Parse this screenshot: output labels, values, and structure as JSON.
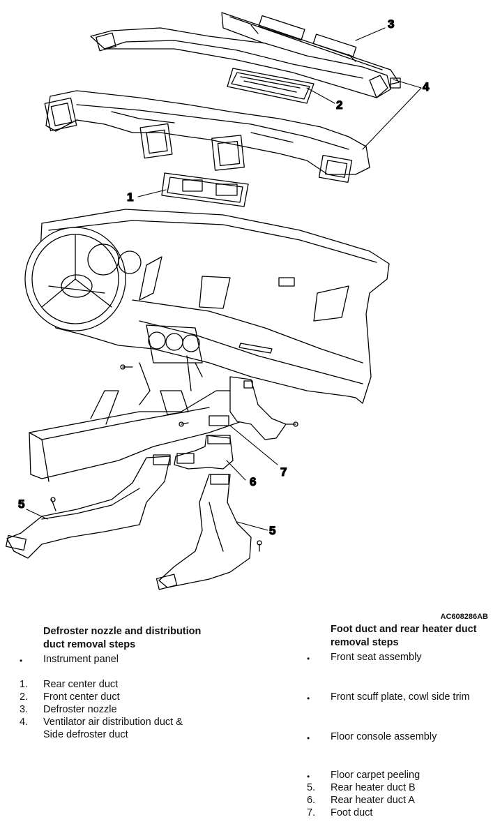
{
  "figure_code": "AC608286AB",
  "callouts": {
    "c1": "1",
    "c2": "2",
    "c3": "3",
    "c4": "4",
    "c5a": "5",
    "c5b": "5",
    "c6": "6",
    "c7": "7"
  },
  "left_panel": {
    "heading": "Defroster nozzle and distribution duct removal steps",
    "items": [
      {
        "marker": "•",
        "label": "Instrument panel"
      },
      {
        "marker": "1.",
        "label": "Rear center duct"
      },
      {
        "marker": "2.",
        "label": "Front center duct"
      },
      {
        "marker": "3.",
        "label": "Defroster nozzle"
      },
      {
        "marker": "4.",
        "label": "Ventilator air distribution duct &"
      },
      {
        "marker": "",
        "label": "Side defroster duct"
      }
    ]
  },
  "right_panel": {
    "heading": "Foot duct and rear heater duct removal steps",
    "items": [
      {
        "marker": "•",
        "label": "Front seat assembly"
      },
      {
        "marker": "•",
        "label": "Front scuff plate, cowl side trim"
      },
      {
        "marker": "•",
        "label": "Floor console assembly"
      },
      {
        "marker": "•",
        "label": "Floor carpet peeling"
      },
      {
        "marker": "5.",
        "label": "Rear heater duct B"
      },
      {
        "marker": "6.",
        "label": "Rear heater duct A"
      },
      {
        "marker": "7.",
        "label": "Foot duct"
      }
    ]
  }
}
